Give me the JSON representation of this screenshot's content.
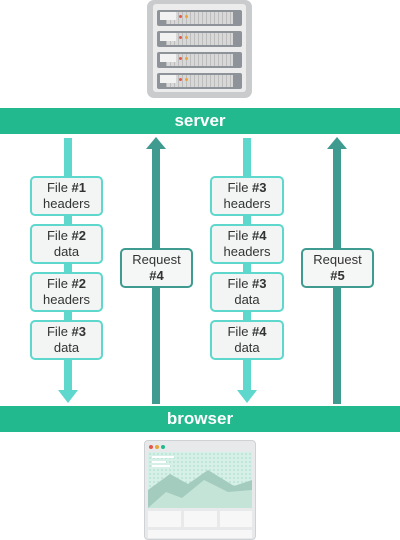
{
  "labels": {
    "server": "server",
    "browser": "browser"
  },
  "down_boxes": [
    {
      "prefix": "File ",
      "num": "#1",
      "line2": "headers"
    },
    {
      "prefix": "File ",
      "num": "#2",
      "line2": "data"
    },
    {
      "prefix": "File ",
      "num": "#2",
      "line2": "headers"
    },
    {
      "prefix": "File ",
      "num": "#3",
      "line2": "data"
    },
    {
      "prefix": "File ",
      "num": "#3",
      "line2": "headers"
    },
    {
      "prefix": "File ",
      "num": "#4",
      "line2": "headers"
    },
    {
      "prefix": "File ",
      "num": "#3",
      "line2": "data"
    },
    {
      "prefix": "File ",
      "num": "#4",
      "line2": "data"
    }
  ],
  "requests": [
    {
      "line1": "Request",
      "num": "#4"
    },
    {
      "line1": "Request",
      "num": "#5"
    }
  ],
  "colors": {
    "accent": "#23b98f",
    "down_arrow": "#5ed7cc",
    "up_arrow": "#3f9a90"
  }
}
